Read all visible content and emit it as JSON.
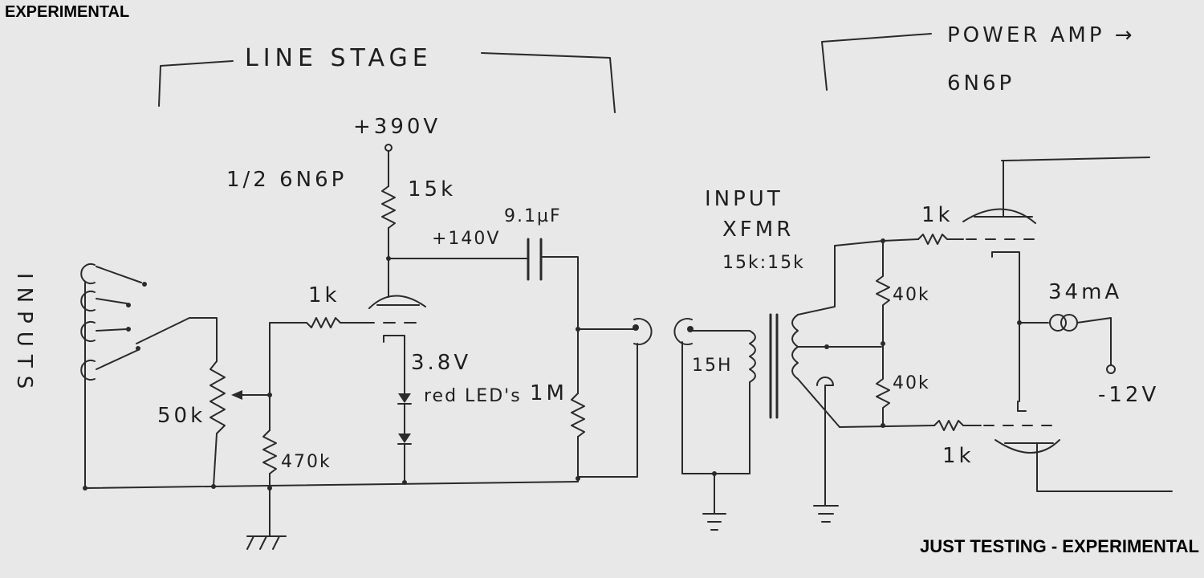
{
  "overlay": {
    "top_left": "EXPERIMENTAL",
    "bottom_right": "JUST TESTING - EXPERIMENTAL"
  },
  "sections": {
    "line_stage": "LINE STAGE",
    "power_amp": "POWER AMP →",
    "power_tube": "6N6P"
  },
  "line_stage": {
    "tube": "1/2 6N6P",
    "supply": "+390V",
    "plate_resistor": "15k",
    "plate_voltage": "+140V",
    "coupling_cap": "9.1µF",
    "grid_resistor": "1k",
    "volume_pot": "50k",
    "input_resistor": "470k",
    "bias_voltage": "3.8V",
    "bias_leds": "red LED's",
    "output_resistor": "1M",
    "inputs_label": "INPUTS"
  },
  "power_amp": {
    "xfmr_label_1": "INPUT",
    "xfmr_label_2": "XFMR",
    "xfmr_ratio": "15k:15k",
    "choke": "15H",
    "grid_stopper_top": "1k",
    "grid_stopper_bottom": "1k",
    "bias_resistor_top": "40k",
    "bias_resistor_bottom": "40k",
    "ccs_current": "34mA",
    "negative_supply": "-12V"
  },
  "colors": {
    "paper": "#e8e8e8",
    "ink": "#2a2a2a"
  }
}
